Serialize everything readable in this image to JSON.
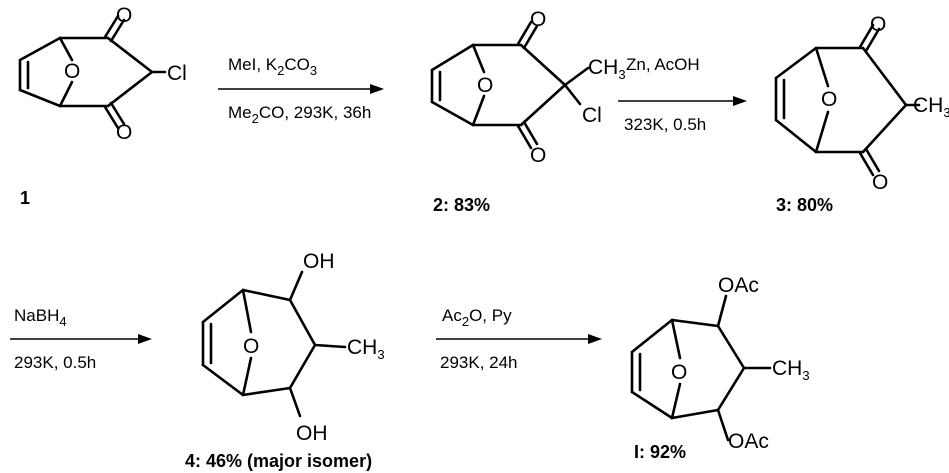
{
  "atoms": {
    "O": "O",
    "Cl": "Cl",
    "CH": "CH",
    "three": "3",
    "OH": "OH",
    "OAc": "OAc"
  },
  "compounds": {
    "c1": {
      "label": "1"
    },
    "c2": {
      "label": "2: 83%"
    },
    "c3": {
      "label": "3: 80%"
    },
    "c4": {
      "label": "4: 46% (major isomer)"
    },
    "cI": {
      "label": "I: 92%"
    }
  },
  "steps": [
    {
      "above": {
        "t1": "MeI, K",
        "s1": "2",
        "t2": "CO",
        "s2": "3"
      },
      "below": {
        "t1": "Me",
        "s1": "2",
        "t2": "CO, 293K, 36h"
      }
    },
    {
      "above": {
        "t1": "Zn, AcOH"
      },
      "below": {
        "t1": "323K, 0.5h"
      }
    },
    {
      "above": {
        "t1": "NaBH",
        "s1": "4"
      },
      "below": {
        "t1": "293K, 0.5h"
      }
    },
    {
      "above": {
        "t1": "Ac",
        "s1": "2",
        "t2": "O, Py"
      },
      "below": {
        "t1": "293K, 24h"
      }
    }
  ]
}
